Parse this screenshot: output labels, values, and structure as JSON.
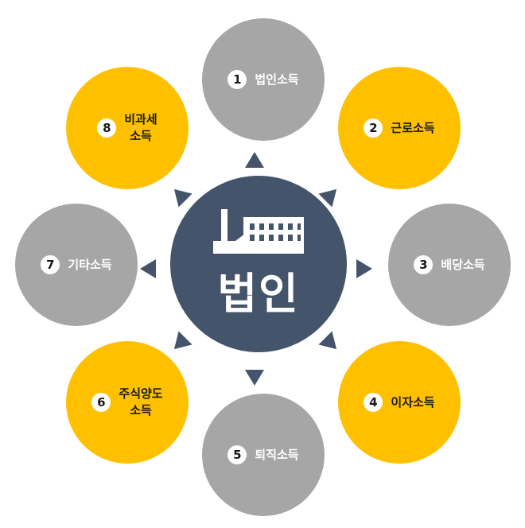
{
  "center": {
    "label": "법인",
    "icon": "factory-icon",
    "color": "#44546a"
  },
  "items": [
    {
      "number": "1",
      "label": "법인소득",
      "color": "#a6a6a6"
    },
    {
      "number": "2",
      "label": "근로소득",
      "color": "#ffc000"
    },
    {
      "number": "3",
      "label": "배당소득",
      "color": "#a6a6a6"
    },
    {
      "number": "4",
      "label": "이자소득",
      "color": "#ffc000"
    },
    {
      "number": "5",
      "label": "퇴직소득",
      "color": "#a6a6a6"
    },
    {
      "number": "6",
      "label": "주식양도\n소득",
      "color": "#ffc000"
    },
    {
      "number": "7",
      "label": "기타소득",
      "color": "#a6a6a6"
    },
    {
      "number": "8",
      "label": "비과세\n소득",
      "color": "#ffc000"
    }
  ],
  "arrow_color": "#44546a"
}
